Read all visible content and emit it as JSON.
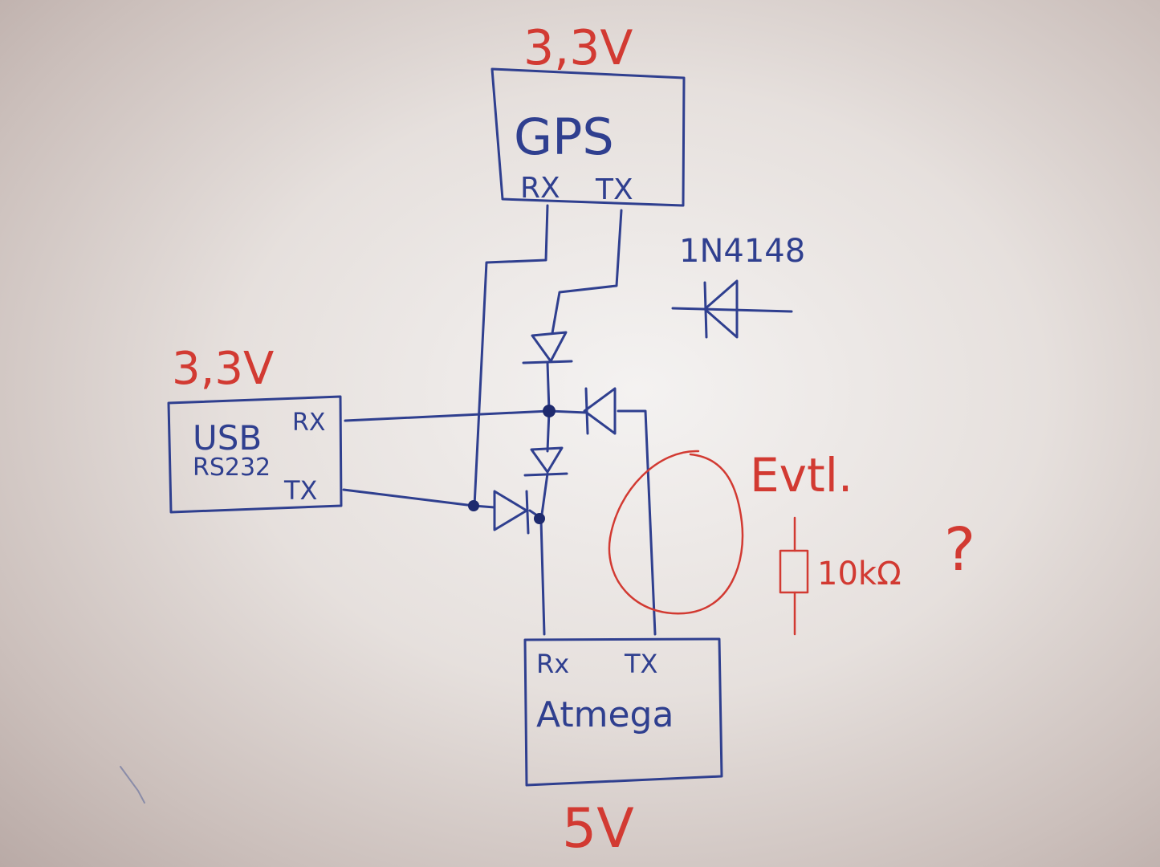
{
  "gps": {
    "voltage": "3,3V",
    "name": "GPS",
    "rx": "RX",
    "tx": "TX"
  },
  "usb": {
    "voltage": "3,3V",
    "name_line1": "USB",
    "name_line2": "RS232",
    "rx": "RX",
    "tx": "TX"
  },
  "atmega": {
    "voltage": "5V",
    "name": "Atmega",
    "rx": "Rx",
    "tx": "TX"
  },
  "diode": {
    "part": "1N4148"
  },
  "note": {
    "text": "Evtl.",
    "resistor": "10kΩ",
    "question": "?"
  },
  "colors": {
    "blue_ink": "#2f3f8f",
    "red_ink": "#d23a32"
  }
}
